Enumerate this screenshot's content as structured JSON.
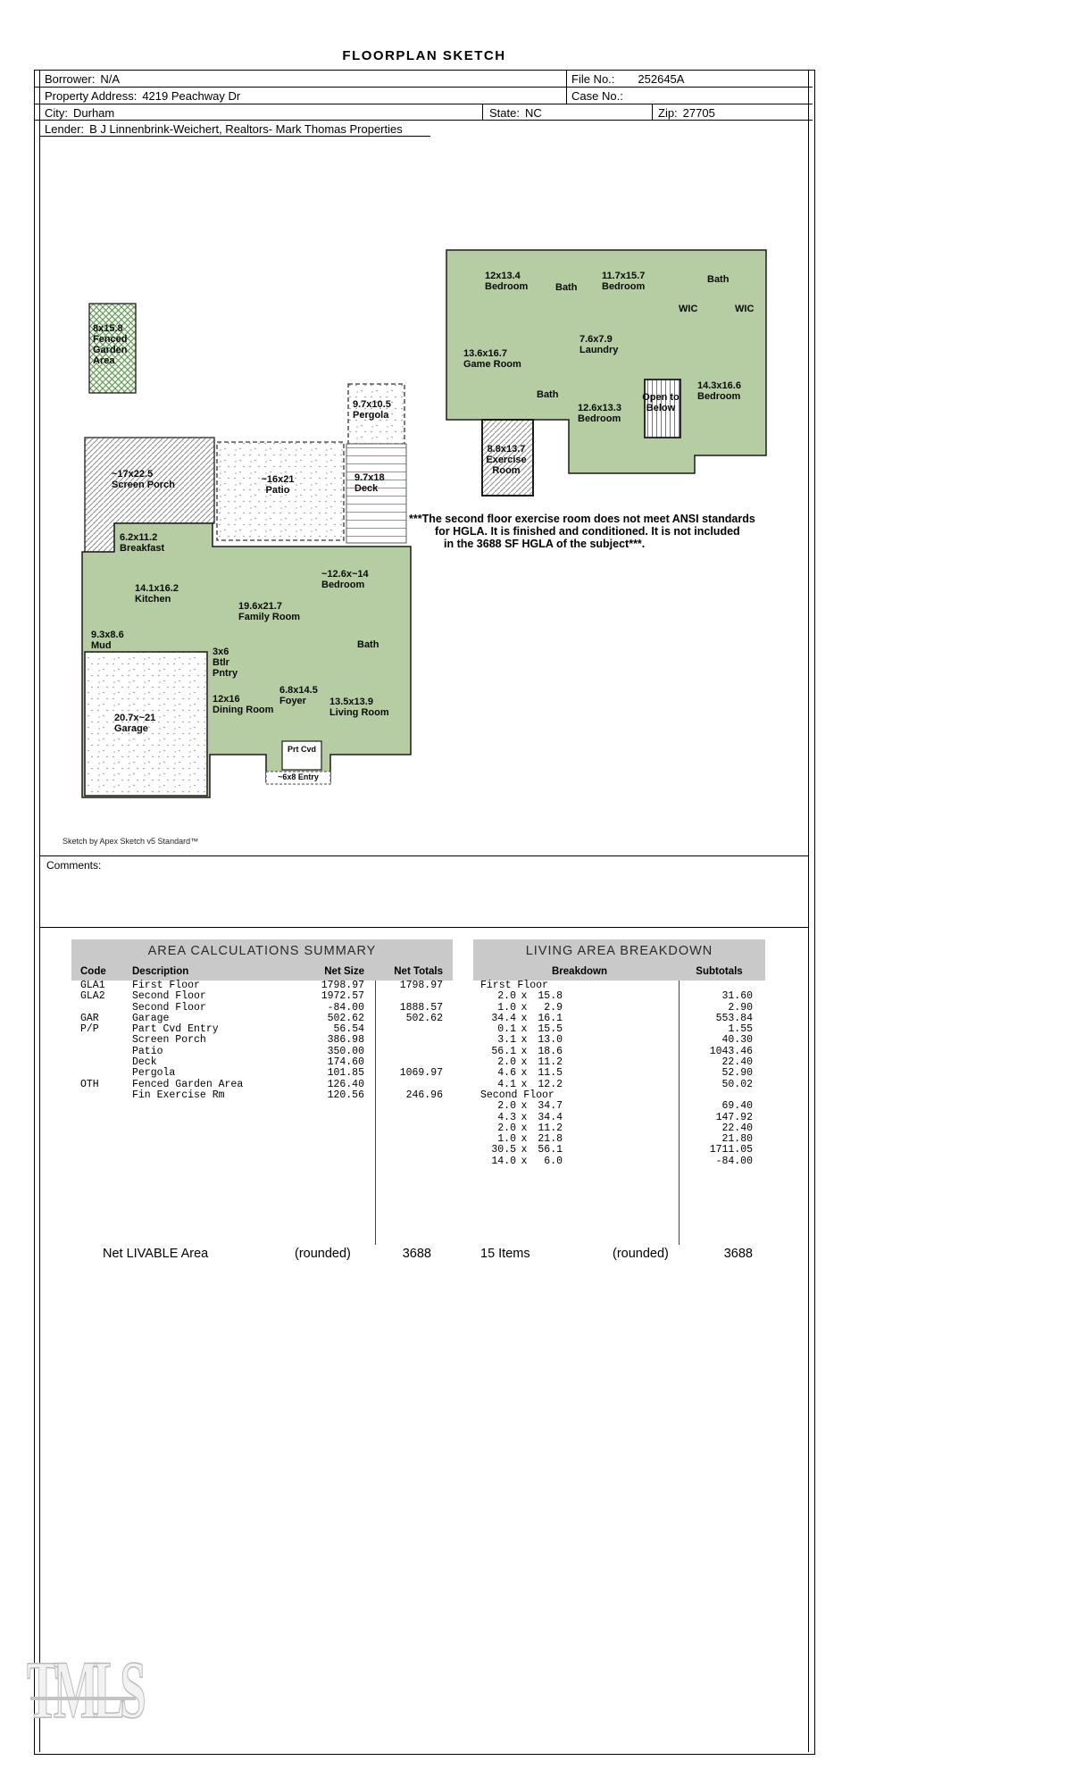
{
  "title": "FLOORPLAN SKETCH",
  "header": {
    "borrower_label": "Borrower:",
    "borrower": "N/A",
    "file_no_label": "File No.:",
    "file_no": "252645A",
    "property_label": "Property Address:",
    "property": "4219 Peachway Dr",
    "case_label": "Case No.:",
    "case_value": "",
    "city_label": "City:",
    "city": "Durham",
    "state_label": "State:",
    "state": "NC",
    "zip_label": "Zip:",
    "zip": "27705",
    "lender_label": "Lender:",
    "lender": "B J Linnenbrink-Weichert, Realtors- Mark Thomas Properties"
  },
  "sketch": {
    "rooms": [
      {
        "dims": "12x13.4",
        "name": "Bedroom"
      },
      {
        "dims": "",
        "name": "Bath"
      },
      {
        "dims": "11.7x15.7",
        "name": "Bedroom"
      },
      {
        "dims": "",
        "name": "Bath"
      },
      {
        "dims": "",
        "name": "WIC"
      },
      {
        "dims": "",
        "name": "WIC"
      },
      {
        "dims": "7.6x7.9",
        "name": "Laundry"
      },
      {
        "dims": "13.6x16.7",
        "name": "Game Room"
      },
      {
        "dims": "",
        "name": "Bath"
      },
      {
        "dims": "12.6x13.3",
        "name": "Bedroom"
      },
      {
        "dims": "",
        "name": "Open to Below"
      },
      {
        "dims": "14.3x16.6",
        "name": "Bedroom"
      },
      {
        "dims": "8.8x13.7",
        "name": "Exercise Room"
      },
      {
        "dims": "8x15.8",
        "name": "Fenced Garden Area"
      },
      {
        "dims": "9.7x10.5",
        "name": "Pergola"
      },
      {
        "dims": "~17x22.5",
        "name": "Screen Porch"
      },
      {
        "dims": "~16x21",
        "name": "Patio"
      },
      {
        "dims": "9.7x18",
        "name": "Deck"
      },
      {
        "dims": "6.2x11.2",
        "name": "Breakfast"
      },
      {
        "dims": "14.1x16.2",
        "name": "Kitchen"
      },
      {
        "dims": "19.6x21.7",
        "name": "Family Room"
      },
      {
        "dims": "~12.6x~14",
        "name": "Bedroom"
      },
      {
        "dims": "",
        "name": "Bath"
      },
      {
        "dims": "9.3x8.6",
        "name": "Mud"
      },
      {
        "dims": "3x6",
        "name": "Btlr Pntry"
      },
      {
        "dims": "12x16",
        "name": "Dining Room"
      },
      {
        "dims": "6.8x14.5",
        "name": "Foyer"
      },
      {
        "dims": "13.5x13.9",
        "name": "Living Room"
      },
      {
        "dims": "20.7x~21",
        "name": "Garage"
      },
      {
        "dims": "",
        "name": "Prt Cvd"
      },
      {
        "dims": "",
        "name": "~6x8 Entry"
      }
    ],
    "note_lines": [
      "***The second floor exercise room does not meet ANSI standards",
      "for HGLA. It is finished and conditioned. It is not included",
      "in the 3688 SF HGLA of the subject***."
    ],
    "credit": "Sketch by Apex Sketch v5 Standard™",
    "fill_color": "#b6cda3"
  },
  "comments_label": "Comments:",
  "area_summary": {
    "title": "AREA  CALCULATIONS  SUMMARY",
    "columns": [
      "Code",
      "Description",
      "Net Size",
      "Net Totals"
    ],
    "rows": [
      {
        "code": "GLA1",
        "desc": "First Floor",
        "size": "1798.97",
        "total": "1798.97"
      },
      {
        "code": "GLA2",
        "desc": "Second Floor",
        "size": "1972.57",
        "total": ""
      },
      {
        "code": "",
        "desc": "Second Floor",
        "size": "-84.00",
        "total": "1888.57"
      },
      {
        "code": "GAR",
        "desc": "Garage",
        "size": "502.62",
        "total": "502.62"
      },
      {
        "code": "P/P",
        "desc": "Part Cvd Entry",
        "size": "56.54",
        "total": ""
      },
      {
        "code": "",
        "desc": "Screen Porch",
        "size": "386.98",
        "total": ""
      },
      {
        "code": "",
        "desc": "Patio",
        "size": "350.00",
        "total": ""
      },
      {
        "code": "",
        "desc": "Deck",
        "size": "174.60",
        "total": ""
      },
      {
        "code": "",
        "desc": "Pergola",
        "size": "101.85",
        "total": "1069.97"
      },
      {
        "code": "OTH",
        "desc": "Fenced Garden Area",
        "size": "126.40",
        "total": ""
      },
      {
        "code": "",
        "desc": "Fin Exercise Rm",
        "size": "120.56",
        "total": "246.96"
      }
    ],
    "footer": {
      "label": "Net LIVABLE Area",
      "rounded": "(rounded)",
      "total": "3688"
    }
  },
  "living_breakdown": {
    "title": "LIVING  AREA  BREAKDOWN",
    "columns": [
      "Breakdown",
      "Subtotals"
    ],
    "times": "x",
    "sections": [
      {
        "name": "First Floor",
        "rows": [
          {
            "a": "2.0",
            "b": "15.8",
            "sub": "31.60"
          },
          {
            "a": "1.0",
            "b": "2.9",
            "sub": "2.90"
          },
          {
            "a": "34.4",
            "b": "16.1",
            "sub": "553.84"
          },
          {
            "a": "0.1",
            "b": "15.5",
            "sub": "1.55"
          },
          {
            "a": "3.1",
            "b": "13.0",
            "sub": "40.30"
          },
          {
            "a": "56.1",
            "b": "18.6",
            "sub": "1043.46"
          },
          {
            "a": "2.0",
            "b": "11.2",
            "sub": "22.40"
          },
          {
            "a": "4.6",
            "b": "11.5",
            "sub": "52.90"
          },
          {
            "a": "4.1",
            "b": "12.2",
            "sub": "50.02"
          }
        ]
      },
      {
        "name": "Second Floor",
        "rows": [
          {
            "a": "2.0",
            "b": "34.7",
            "sub": "69.40"
          },
          {
            "a": "4.3",
            "b": "34.4",
            "sub": "147.92"
          },
          {
            "a": "2.0",
            "b": "11.2",
            "sub": "22.40"
          },
          {
            "a": "1.0",
            "b": "21.8",
            "sub": "21.80"
          },
          {
            "a": "30.5",
            "b": "56.1",
            "sub": "1711.05"
          },
          {
            "a": "14.0",
            "b": "6.0",
            "sub": "-84.00"
          }
        ]
      }
    ],
    "footer": {
      "items": "15 Items",
      "rounded": "(rounded)",
      "total": "3688"
    }
  },
  "watermark": "TMLS"
}
